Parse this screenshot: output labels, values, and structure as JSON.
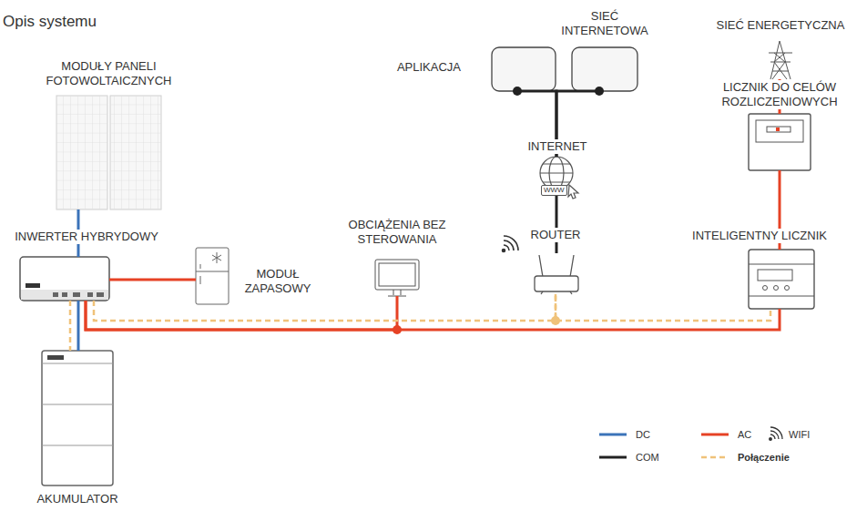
{
  "diagram": {
    "title": "Opis systemu",
    "nodes": [
      {
        "text": [
          "MODUŁY PANELI FOTOWOLTAICZNYCH"
        ]
      },
      {
        "text": [
          "INWERTER HYBRYDOWY"
        ]
      },
      {
        "text": [
          "MODUŁ ZAPASOWY"
        ]
      },
      {
        "text": [
          "AKUMULATOR"
        ]
      },
      {
        "text": [
          "OBCIĄŻENIA BEZ STEROWANIA"
        ]
      },
      {
        "text": [
          "APLIKACJA"
        ]
      },
      {
        "text": [
          "SIEĆ INTERNETOWA"
        ]
      },
      {
        "text": [
          "INTERNET"
        ]
      },
      {
        "text": [
          "ROUTER"
        ]
      },
      {
        "text": [
          "SIEĆ ENERGETYCZNA"
        ]
      },
      {
        "text": [
          "LICZNIK DO CELÓW ROZLICZENIOWYCH"
        ]
      },
      {
        "text": [
          "INTELIGENTNY LICZNIK"
        ]
      }
    ],
    "edges": [
      {
        "from": 0,
        "to": 1,
        "arrow": "none"
      },
      {
        "from": 1,
        "to": 3,
        "arrow": "none"
      },
      {
        "from": 1,
        "to": 3,
        "arrow": "none"
      },
      {
        "from": 1,
        "to": 2,
        "arrow": "none"
      },
      {
        "from": 1,
        "to": 4,
        "arrow": "none"
      },
      {
        "from": 1,
        "to": 11,
        "arrow": "none"
      },
      {
        "from": 11,
        "to": 10,
        "arrow": "none"
      },
      {
        "from": 10,
        "to": 9,
        "arrow": "none"
      },
      {
        "from": 5,
        "to": 7,
        "arrow": "none"
      },
      {
        "from": 6,
        "to": 7,
        "arrow": "none"
      },
      {
        "from": 7,
        "to": 8,
        "arrow": "none"
      },
      {
        "from": 1,
        "to": 8,
        "arrow": "none"
      },
      {
        "from": 8,
        "to": 11,
        "arrow": "none"
      }
    ],
    "labels": [
      "WWW"
    ],
    "legend": [
      {
        "text": "DC"
      },
      {
        "text": "AC"
      },
      {
        "text": "WIFI"
      },
      {
        "text": "COM"
      },
      {
        "text": "Połączenie"
      }
    ]
  }
}
